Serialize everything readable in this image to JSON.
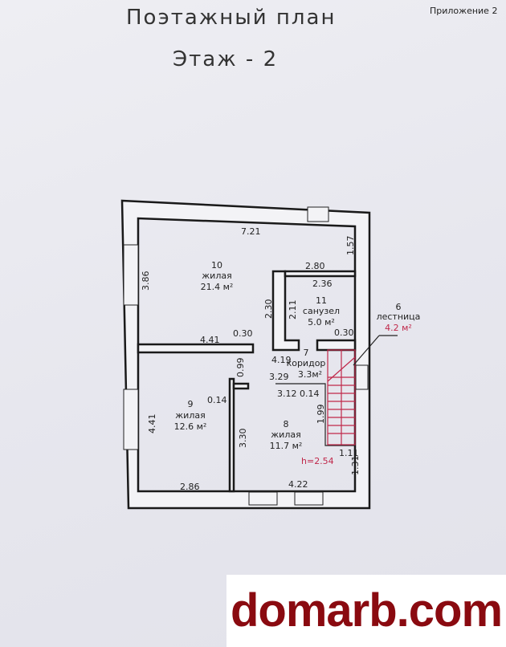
{
  "header": {
    "title": "Поэтажный план",
    "subtitle": "Этаж - 2",
    "appendix": "Приложение 2"
  },
  "rooms": [
    {
      "num": "10",
      "type": "жилая",
      "area": "21.4 м²"
    },
    {
      "num": "11",
      "type": "санузел",
      "area": "5.0 м²"
    },
    {
      "num": "6",
      "type": "лестница",
      "area": "4.2 м²"
    },
    {
      "num": "7",
      "type": "коридор",
      "area": "3.3м²"
    },
    {
      "num": "9",
      "type": "жилая",
      "area": "12.6 м²"
    },
    {
      "num": "8",
      "type": "жилая",
      "area": "11.7 м²"
    }
  ],
  "dimensions": [
    "7.21",
    "1.57",
    "3.86",
    "2.80",
    "2.36",
    "2.30",
    "2.11",
    "4.41",
    "0.30",
    "0.30",
    "4.19",
    "0.99",
    "3.29",
    "3.12",
    "0.14",
    "0.14",
    "1.99",
    "4.41",
    "3.30",
    "1.11",
    "1.31",
    "2.86",
    "4.22"
  ],
  "height": "h=2.54",
  "watermark": "domarb.com",
  "colors": {
    "accent": "#c0284a",
    "watermark": "#8a0a10"
  }
}
